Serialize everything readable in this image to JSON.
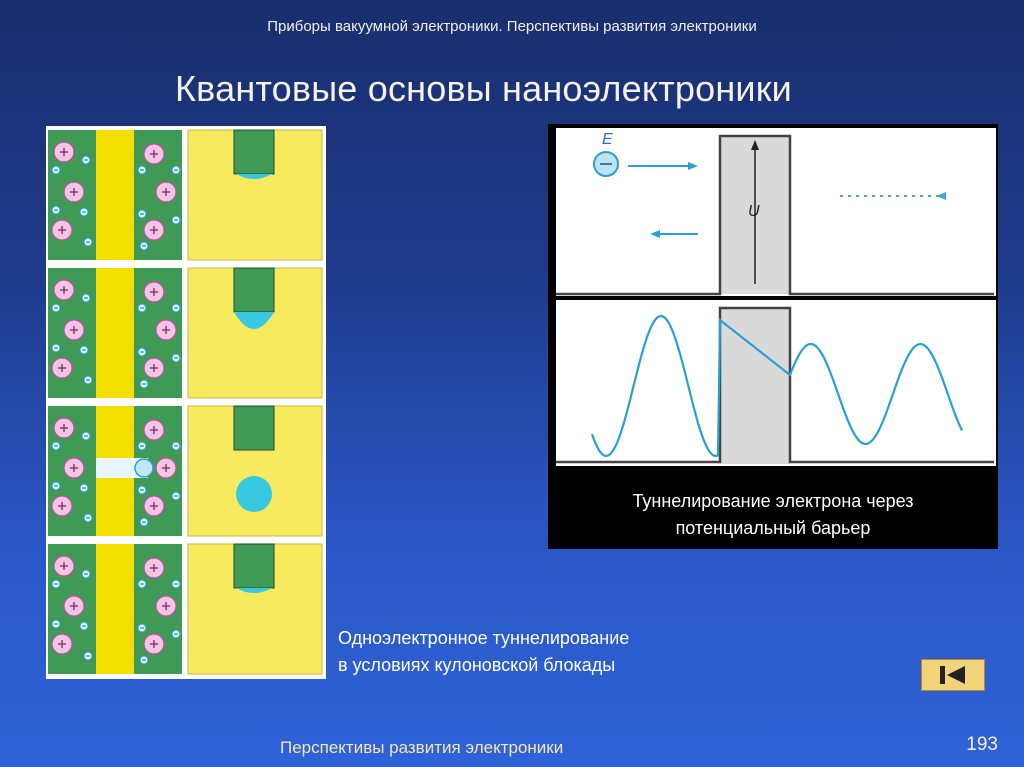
{
  "slide": {
    "header": "Приборы вакуумной электроники. Перспективы развития электроники",
    "title": "Квантовые основы наноэлектроники",
    "footer": "Перспективы развития электроники",
    "page_number": "193"
  },
  "left_figure": {
    "caption_line1": "Одноэлектронное туннелирование",
    "caption_line2": "в условиях кулоновской блокады"
  },
  "right_figure": {
    "label_energy": "E",
    "label_potential": "U",
    "caption_line1": "Туннелирование электрона через",
    "caption_line2": "потенциальный барьер"
  },
  "navigation": {
    "back_button_icon": "skip-to-start-icon"
  },
  "colors": {
    "green_region": "#3f9a55",
    "yellow_region": "#f7ea5e",
    "barrier_yellow": "#f3e000",
    "drop_cyan": "#38c8df",
    "wave_blue": "#2a9fd6",
    "nav_button": "#f2d37a"
  }
}
